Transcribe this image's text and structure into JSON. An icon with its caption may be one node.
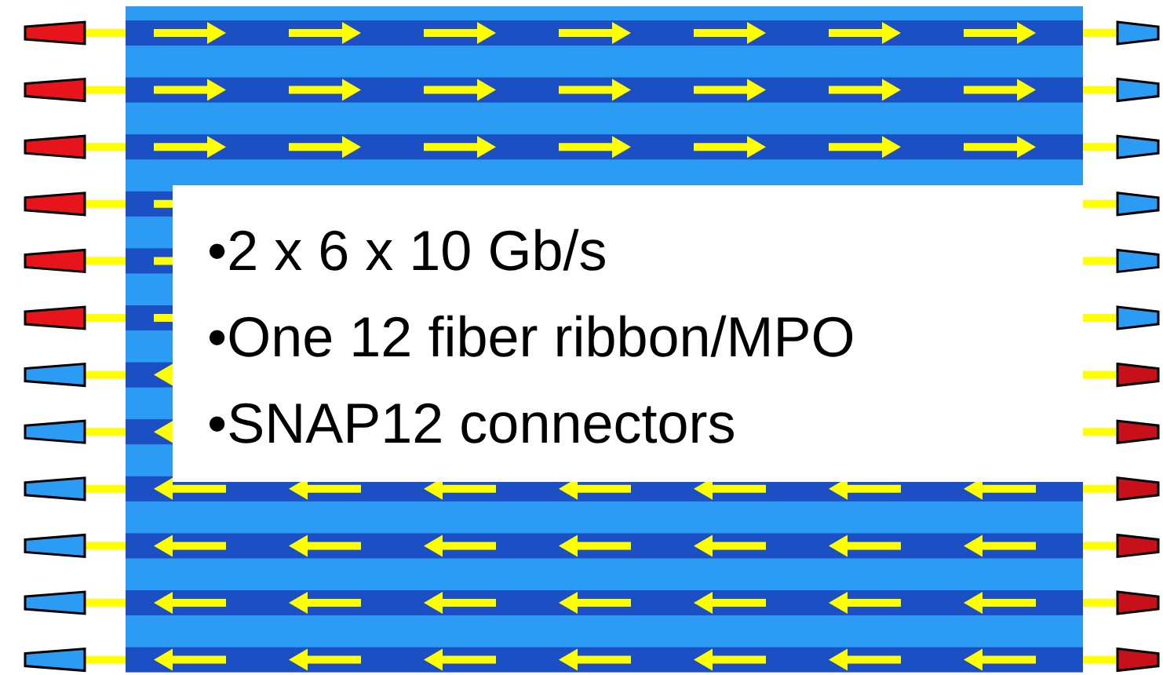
{
  "diagram": {
    "labels": [
      "•2 x 6 x 10 Gb/s",
      "•One 12 fiber ribbon/MPO",
      "•SNAP12 connectors"
    ]
  }
}
